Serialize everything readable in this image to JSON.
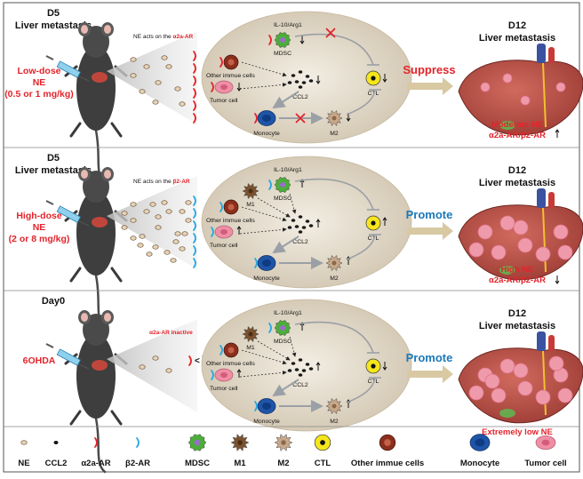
{
  "panels": [
    {
      "day": "D5",
      "subtitle": "Liver metastasis",
      "treatment": [
        "Low-dose",
        "NE",
        "(0.5 or 1 mg/kg)"
      ],
      "receptor_note": {
        "prefix": "NE acts on the ",
        "receptor": "α2a-AR"
      },
      "labels": {
        "il10": "IL-10/Arg1",
        "mdsc": "MDSC",
        "other": "Other immue cells",
        "tumor": "Tumor cell",
        "ccl2": "CCL2",
        "ctl": "CTL",
        "mono": "Monocyte",
        "m2": "M2"
      },
      "effect": "Suppress",
      "outcome_day": "D12",
      "outcome_subtitle": "Liver metastasis",
      "outcome_lines": [
        "Moderate NE",
        "α2a-AR/β2-AR"
      ]
    },
    {
      "day": "D5",
      "subtitle": "Liver metastasis",
      "treatment": [
        "High-dose",
        "NE",
        "(2 or 8 mg/kg)"
      ],
      "receptor_note": {
        "prefix": "NE acts on the ",
        "receptor": "β2-AR"
      },
      "labels": {
        "il10": "IL-10/Arg1",
        "mdsc": "MDSC",
        "m1": "M1",
        "other": "Other immue cells",
        "tumor": "Tumor cell",
        "ccl2": "CCL2",
        "ctl": "CTL",
        "mono": "Monocyte",
        "m2": "M2"
      },
      "effect": "Promote",
      "outcome_day": "D12",
      "outcome_subtitle": "Liver metastasis",
      "outcome_lines": [
        "High NE",
        "α2a-AR/β2-AR"
      ]
    },
    {
      "day": "Day0",
      "subtitle": "",
      "treatment": [
        "6OHDA"
      ],
      "receptor_note": {
        "prefix": "",
        "receptor": "α2a-AR inactive"
      },
      "labels": {
        "il10": "IL-10/Arg1",
        "mdsc": "MDSC",
        "m1": "M1",
        "other": "Other immue cells",
        "tumor": "Tumor cell",
        "ccl2": "CCL2",
        "ctl": "CTL",
        "mono": "Monocyte",
        "m2": "M2"
      },
      "effect": "Promote",
      "outcome_day": "D12",
      "outcome_subtitle": "Liver metastasis",
      "outcome_lines": [
        "Extremely low NE"
      ]
    }
  ],
  "legend": [
    {
      "key": "ne",
      "label": "NE"
    },
    {
      "key": "ccl2",
      "label": "CCL2"
    },
    {
      "key": "a2a",
      "label": "α2a-AR"
    },
    {
      "key": "b2",
      "label": "β2-AR"
    },
    {
      "key": "mdsc",
      "label": "MDSC"
    },
    {
      "key": "m1",
      "label": "M1"
    },
    {
      "key": "m2",
      "label": "M2"
    },
    {
      "key": "ctl",
      "label": "CTL"
    },
    {
      "key": "other",
      "label": "Other immue cells"
    },
    {
      "key": "mono",
      "label": "Monocyte"
    },
    {
      "key": "tumor",
      "label": "Tumor cell"
    }
  ],
  "colors": {
    "red": "#e3242b",
    "blue": "#1b78b8",
    "ellipse": "#ddd4c2",
    "liver": "#b84a42",
    "mdsc": "#4cae3a",
    "m1": "#7a5230",
    "m2": "#c9a98a",
    "ctl": "#f5e61b",
    "other": "#8c2e1c",
    "mono": "#1f55a8",
    "tumor": "#ee8fa6"
  }
}
